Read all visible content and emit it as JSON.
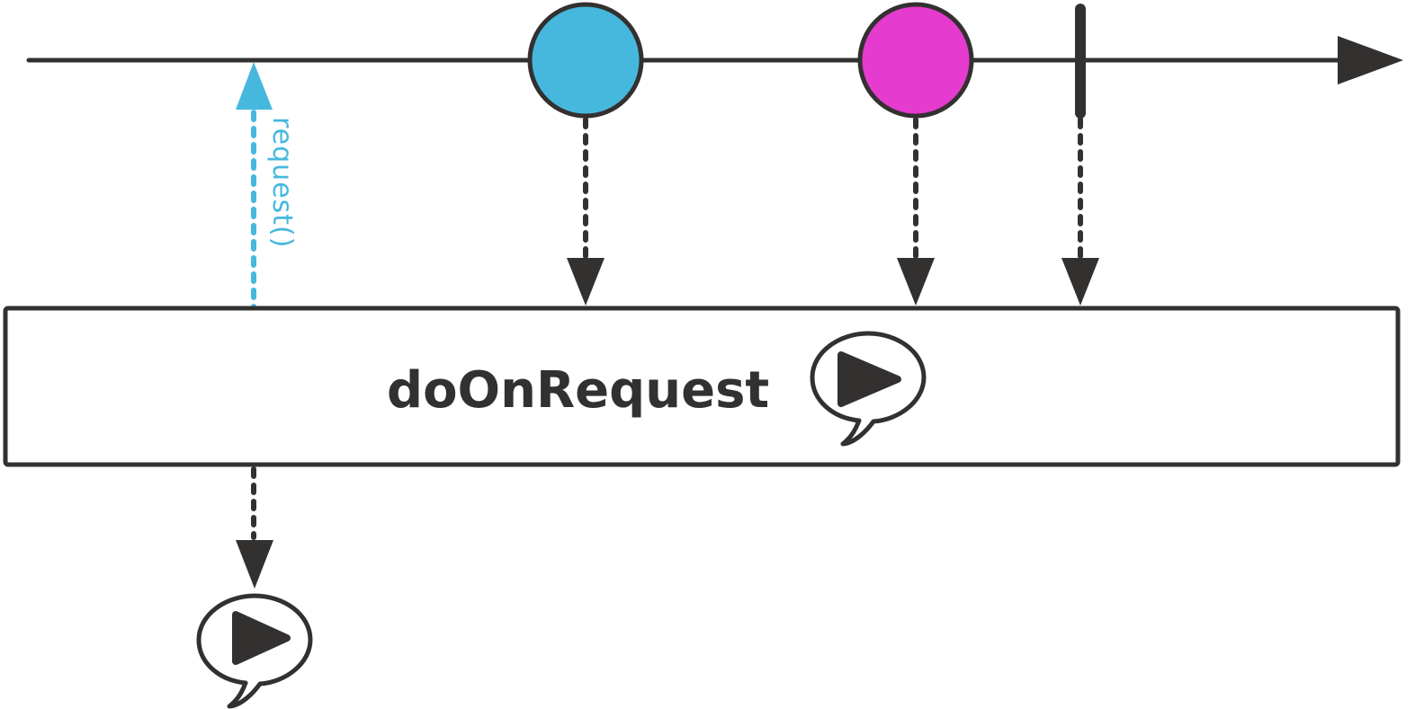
{
  "operator": {
    "label": "doOnRequest"
  },
  "request_signal": {
    "label": "request()"
  },
  "colors": {
    "line": "#333030",
    "request": "#46b8de",
    "item_blue": "#46b8de",
    "item_magenta": "#e63bcf",
    "box_fill": "#ffffff",
    "bubble_fill": "#ffffff"
  },
  "icons": {
    "operator_bubble": "speech-bubble-play-icon",
    "output_bubble": "speech-bubble-play-icon"
  },
  "timeline": {
    "items": [
      {
        "kind": "onNext",
        "color": "item_blue"
      },
      {
        "kind": "onNext",
        "color": "item_magenta"
      },
      {
        "kind": "onComplete"
      }
    ]
  }
}
